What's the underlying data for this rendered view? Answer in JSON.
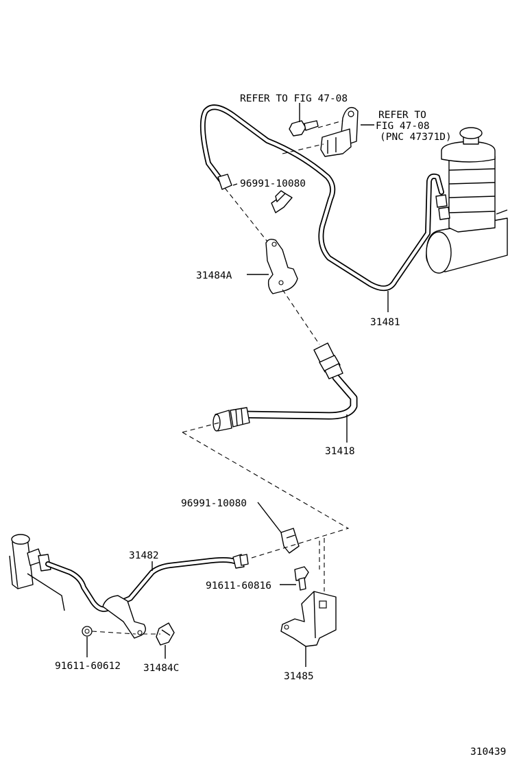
{
  "labels": {
    "refer_fig_top": "REFER TO FIG 47-08",
    "refer_to": "REFER TO",
    "fig_47_08": "FIG 47-08",
    "pnc": "(PNC 47371D)",
    "clip_upper": "96991-10080",
    "bracket_upper": "31484A",
    "tube_upper": "31481",
    "flex_hose": "31418",
    "clip_lower": "96991-10080",
    "tube_lower": "31482",
    "bolt_lower": "91611-60816",
    "bolt_left": "91611-60612",
    "clip_left": "31484C",
    "bracket_lower": "31485",
    "figure_number": "310439"
  }
}
